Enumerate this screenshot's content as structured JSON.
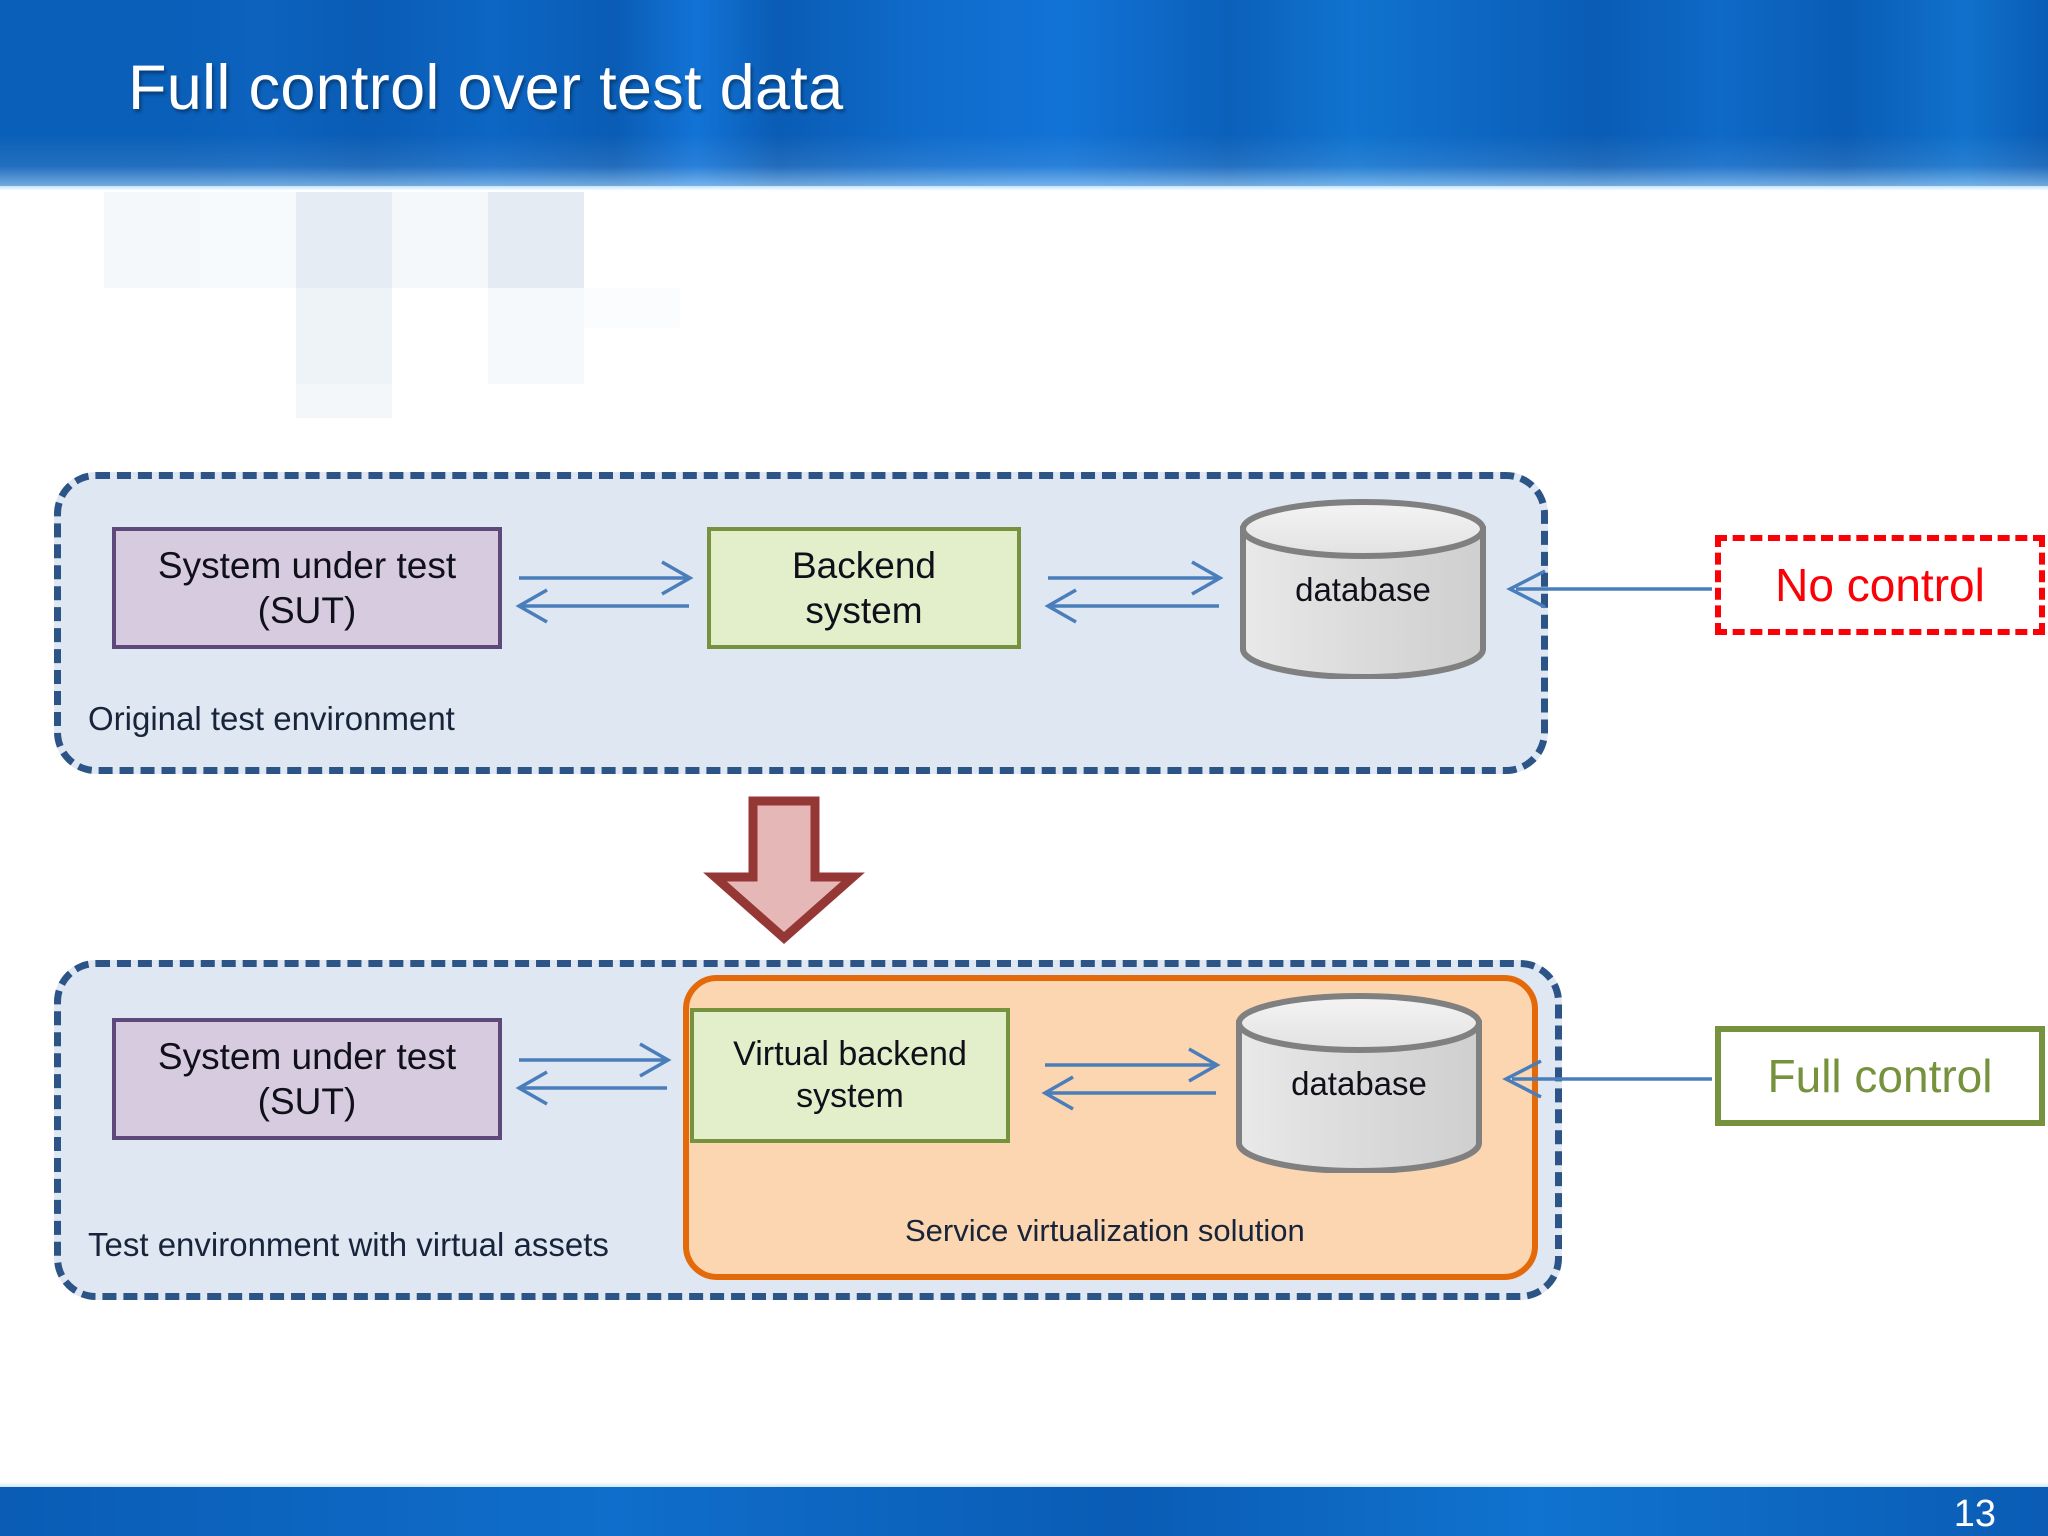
{
  "slide": {
    "title": "Full control over test data",
    "page_number": "13"
  },
  "colors": {
    "header_blue": "#0a5cb4",
    "dashed_border": "#2c5486",
    "env_fill": "#dfe7f3",
    "sut_fill": "#d7cbe0",
    "sut_border": "#5f497a",
    "green_fill": "#e3eeca",
    "green_border": "#76923c",
    "db_fill": "#d9d9d9",
    "db_border": "#808080",
    "orange_fill": "#fbd6b0",
    "orange_border": "#e3690b",
    "arrow_blue": "#4a7ebb",
    "no_control_red": "#fb0007",
    "full_control_green": "#76923c",
    "down_arrow_fill": "#e5b8b7",
    "down_arrow_border": "#953735"
  },
  "top_diagram": {
    "container_label": "Original test environment",
    "sut": {
      "line1": "System under test",
      "line2": "(SUT)"
    },
    "backend": {
      "line1": "Backend",
      "line2": "system"
    },
    "database": "database",
    "callout": "No control"
  },
  "bottom_diagram": {
    "container_label": "Test environment with virtual assets",
    "sut": {
      "line1": "System under test",
      "line2": "(SUT)"
    },
    "virtual_backend": {
      "line1": "Virtual backend",
      "line2": "system"
    },
    "database": "database",
    "sv_label": "Service virtualization solution",
    "callout": "Full control"
  }
}
